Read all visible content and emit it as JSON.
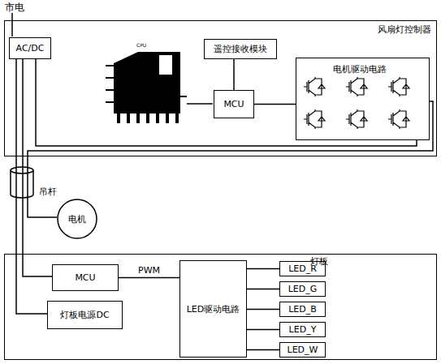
{
  "diagram": {
    "nodes": [
      {
        "text": [
          "风扇灯控制器"
        ]
      },
      {
        "text": [
          "AC/DC"
        ],
        "in": 0
      },
      {
        "text": [
          "遥控接收模块"
        ],
        "in": 0
      },
      {
        "text": [
          "MCU"
        ],
        "in": 0
      },
      {
        "text": [
          "电机驱动电路"
        ],
        "in": 0
      },
      {
        "text": [
          "吊杆"
        ]
      },
      {
        "text": [
          "电机"
        ]
      },
      {
        "text": [
          "灯板"
        ]
      },
      {
        "text": [
          "MCU"
        ],
        "in": 7
      },
      {
        "text": [
          "灯板电源DC"
        ],
        "in": 7
      },
      {
        "text": [
          "LED驱动电路"
        ],
        "in": 7
      },
      {
        "text": [
          "LED_R"
        ],
        "in": 7
      },
      {
        "text": [
          "LED_G"
        ],
        "in": 7
      },
      {
        "text": [
          "LED_B"
        ],
        "in": 7
      },
      {
        "text": [
          "LED_Y"
        ],
        "in": 7
      },
      {
        "text": [
          "LED_W"
        ],
        "in": 7
      }
    ],
    "edges": [
      {
        "from": 2,
        "to": 3,
        "arrow": "none"
      },
      {
        "from": 3,
        "to": 4,
        "arrow": "none"
      },
      {
        "from": 1,
        "to": 4,
        "arrow": "none"
      },
      {
        "from": 4,
        "to": 6,
        "arrow": "none"
      },
      {
        "from": 1,
        "to": 8,
        "arrow": "none"
      },
      {
        "from": 1,
        "to": 9,
        "arrow": "none"
      },
      {
        "from": 8,
        "to": 10,
        "label": "PWM",
        "arrow": "none"
      },
      {
        "from": 10,
        "to": 11,
        "arrow": "none"
      },
      {
        "from": 10,
        "to": 12,
        "arrow": "none"
      },
      {
        "from": 10,
        "to": 13,
        "arrow": "none"
      },
      {
        "from": 10,
        "to": 14,
        "arrow": "none"
      },
      {
        "from": 10,
        "to": 15,
        "arrow": "none"
      }
    ],
    "labels": [
      "市电",
      "CPU"
    ]
  }
}
